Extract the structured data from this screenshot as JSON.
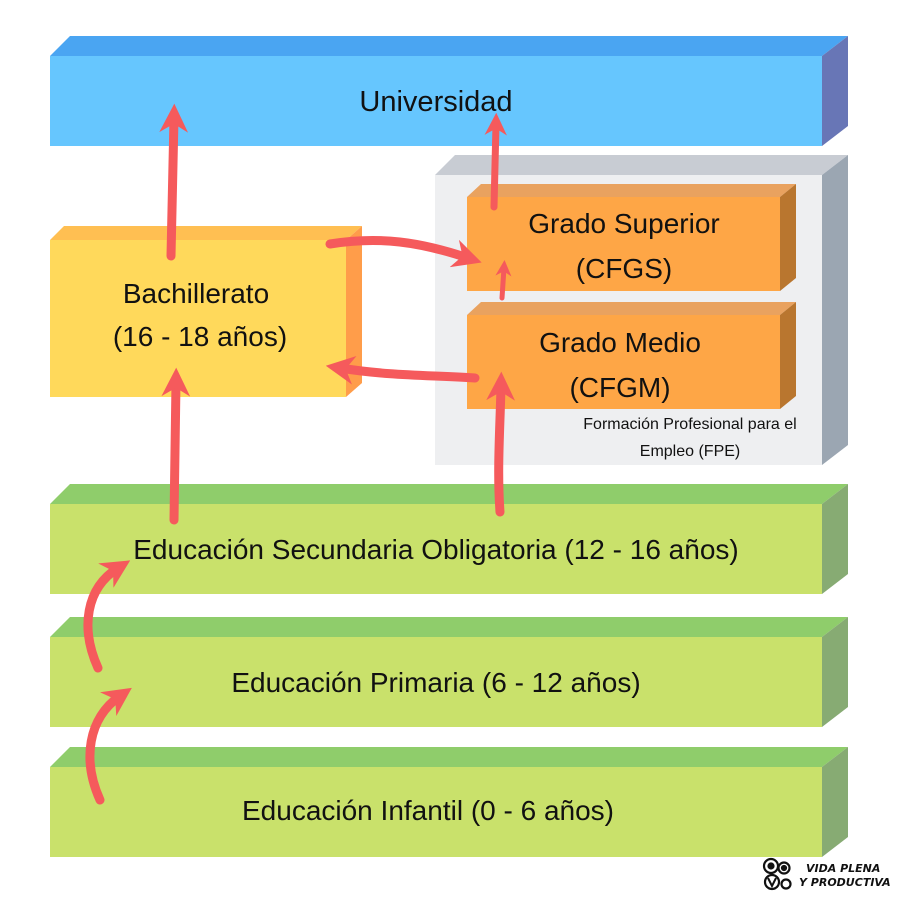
{
  "blocks": {
    "universidad": {
      "label": "Universidad"
    },
    "bachillerato": {
      "line1": "Bachillerato",
      "line2": "(16 - 18 años)"
    },
    "grado_superior": {
      "line1": "Grado Superior",
      "line2": "(CFGS)"
    },
    "grado_medio": {
      "line1": "Grado Medio",
      "line2": "(CFGM)"
    },
    "fpe": {
      "line1": "Formación Profesional para el",
      "line2": "Empleo (FPE)"
    },
    "eso": {
      "label": "Educación Secundaria Obligatoria (12 - 16 años)"
    },
    "primaria": {
      "label": "Educación Primaria (6 - 12 años)"
    },
    "infantil": {
      "label": "Educación Infantil (0 - 6 años)"
    }
  },
  "logo": {
    "line1": "VIDA PLENA",
    "line2": "Y PRODUCTIVA"
  },
  "colors": {
    "blue_front": "#66c6fe",
    "blue_top": "#4aa5f2",
    "blue_side": "#6876b6",
    "yellow_front": "#ffd95b",
    "yellow_top": "#ffbf52",
    "yellow_side": "#ff9d4a",
    "orange_front": "#fea646",
    "orange_top": "#e9a25f",
    "orange_side": "#b9762f",
    "gray_front": "#eeeff1",
    "gray_top": "#c8ccd3",
    "gray_side": "#9ba6b2",
    "green_front": "#c9e16b",
    "green_top": "#8fcd6b",
    "green_side": "#87ab73",
    "arrow": "#f55a5c"
  }
}
